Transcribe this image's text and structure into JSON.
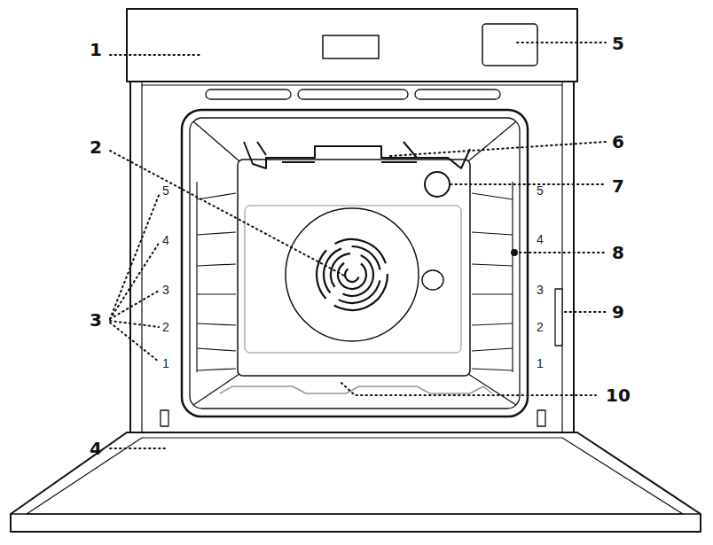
{
  "diagram": {
    "labels": [
      "1",
      "2",
      "3",
      "4",
      "5",
      "6",
      "7",
      "8",
      "9",
      "10",
      "5",
      "4",
      "3",
      "2",
      "1",
      "5",
      "4",
      "3",
      "2",
      "1"
    ]
  }
}
